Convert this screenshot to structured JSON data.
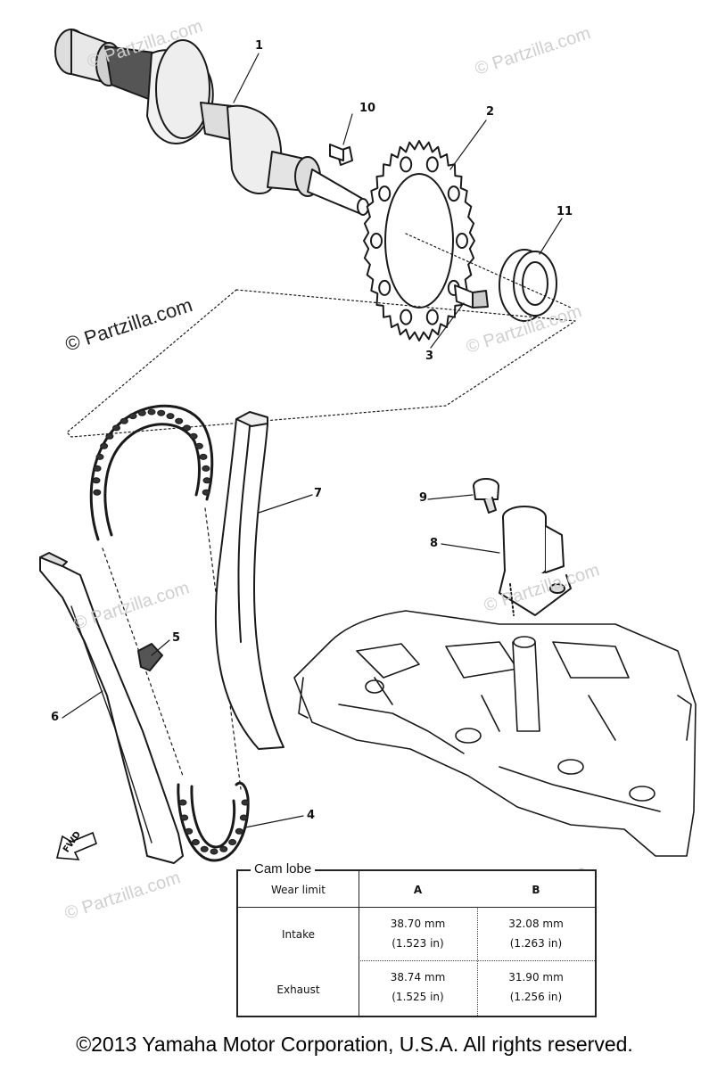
{
  "callouts": [
    "1",
    "2",
    "3",
    "4",
    "5",
    "6",
    "7",
    "8",
    "9",
    "10",
    "11"
  ],
  "watermarks": {
    "brand": "© Partzilla.com",
    "brand_short": "Partzilla.com"
  },
  "fwd_label": "FWD",
  "spec_table": {
    "title": "Cam lobe",
    "wear_limit_label": "Wear limit",
    "col_a": "A",
    "col_b": "B",
    "rows": [
      {
        "label": "Intake",
        "a_mm": "38.70 mm",
        "a_in": "(1.523 in)",
        "b_mm": "32.08 mm",
        "b_in": "(1.263 in)"
      },
      {
        "label": "Exhaust",
        "a_mm": "38.74 mm",
        "a_in": "(1.525 in)",
        "b_mm": "31.90 mm",
        "b_in": "(1.256 in)"
      }
    ]
  },
  "copyright": "©2013 Yamaha Motor Corporation, U.S.A. All rights reserved."
}
